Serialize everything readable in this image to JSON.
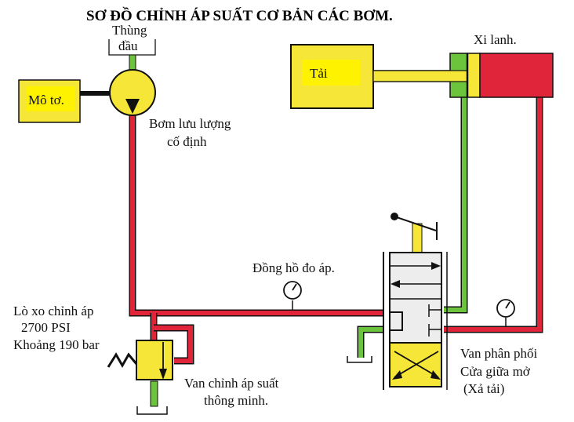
{
  "title": "SƠ ĐỒ CHỈNH ÁP SUẤT CƠ BẢN CÁC BƠM.",
  "labels": {
    "tank_top_line1": "Thùng",
    "tank_top_line2": "đầu",
    "motor": "Mô tơ.",
    "pump_line1": "Bơm lưu lượng",
    "pump_line2": "cố định",
    "load": "Tải",
    "cylinder": "Xi lanh.",
    "gauge": "Đồng hồ đo áp.",
    "spring_line1": "Lò xo chỉnh áp",
    "spring_line2": "2700 PSI",
    "spring_line3": "Khoảng 190 bar",
    "relief_line1": "Van chỉnh áp suất",
    "relief_line2": "thông minh.",
    "dcv_line1": "Van phân phối",
    "dcv_line2": "Cửa giữa mở",
    "dcv_line3": "(Xả tải)"
  },
  "colors": {
    "pressure": "#e0253a",
    "return": "#6cc43c",
    "component": "#f5e637",
    "label_highlight": "#fff200",
    "valve_body": "#ededed",
    "outline": "#111111"
  }
}
